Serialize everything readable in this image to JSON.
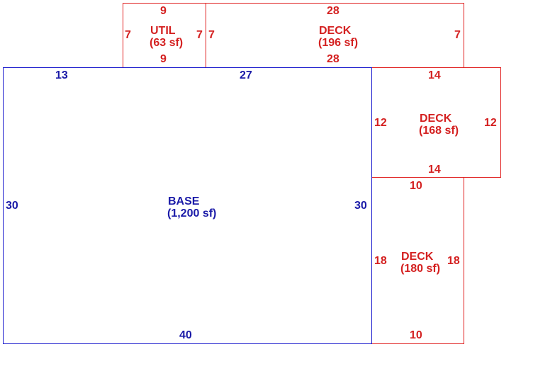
{
  "colors": {
    "deck": "#d42020",
    "base": "#1a1aa8"
  },
  "areas": {
    "util": {
      "name": "UTIL",
      "area": "(63 sf)",
      "top": "9",
      "bottom": "9",
      "left": "7",
      "right": "7"
    },
    "deck_top": {
      "name": "DECK",
      "area": "(196 sf)",
      "top": "28",
      "bottom": "28",
      "left": "7",
      "right": "7"
    },
    "base": {
      "name": "BASE",
      "area": "(1,200 sf)",
      "top_left": "13",
      "top_right": "27",
      "bottom": "40",
      "left": "30",
      "right": "30"
    },
    "deck_right": {
      "name": "DECK",
      "area": "(168 sf)",
      "top": "14",
      "bottom": "14",
      "left": "12",
      "right": "12"
    },
    "deck_lower": {
      "name": "DECK",
      "area": "(180 sf)",
      "top": "10",
      "bottom": "10",
      "left": "18",
      "right": "18"
    }
  }
}
